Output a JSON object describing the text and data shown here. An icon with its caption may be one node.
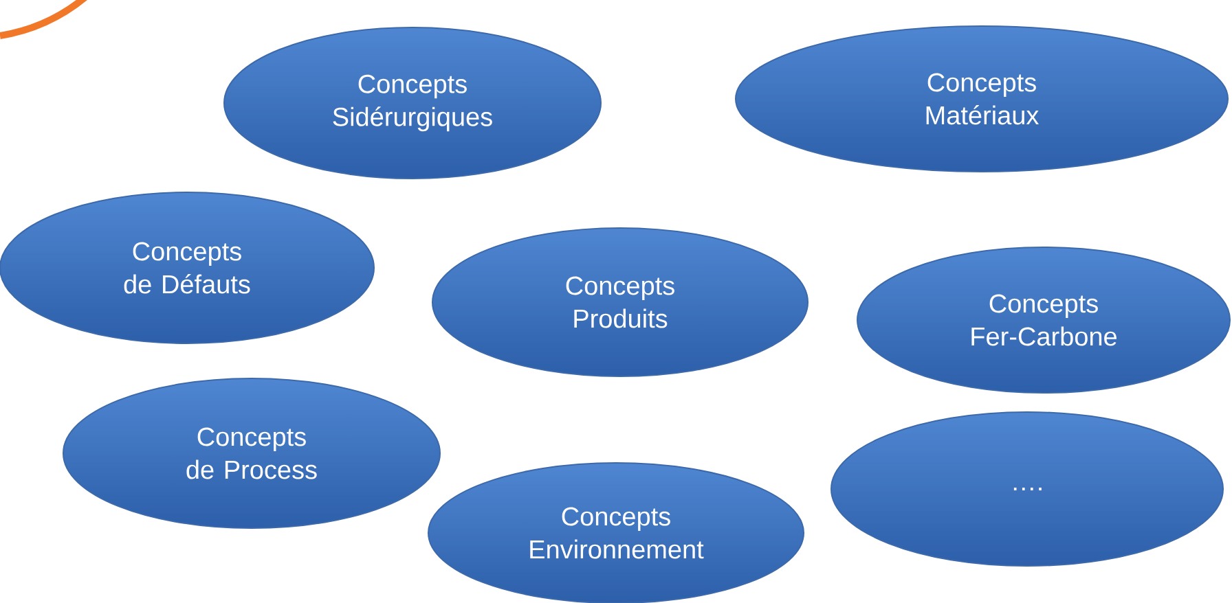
{
  "diagram": {
    "nodes": [
      {
        "text": [
          "Concepts Sidérurgiques"
        ]
      },
      {
        "text": [
          "Concepts Matériaux"
        ]
      },
      {
        "text": [
          "Concepts de Défauts"
        ]
      },
      {
        "text": [
          "Concepts Produits"
        ]
      },
      {
        "text": [
          "Concepts Fer-Carbone"
        ]
      },
      {
        "text": [
          "Concepts de Process"
        ]
      },
      {
        "text": [
          "Concepts Environnement"
        ]
      },
      {
        "text": [
          "…."
        ]
      }
    ]
  }
}
